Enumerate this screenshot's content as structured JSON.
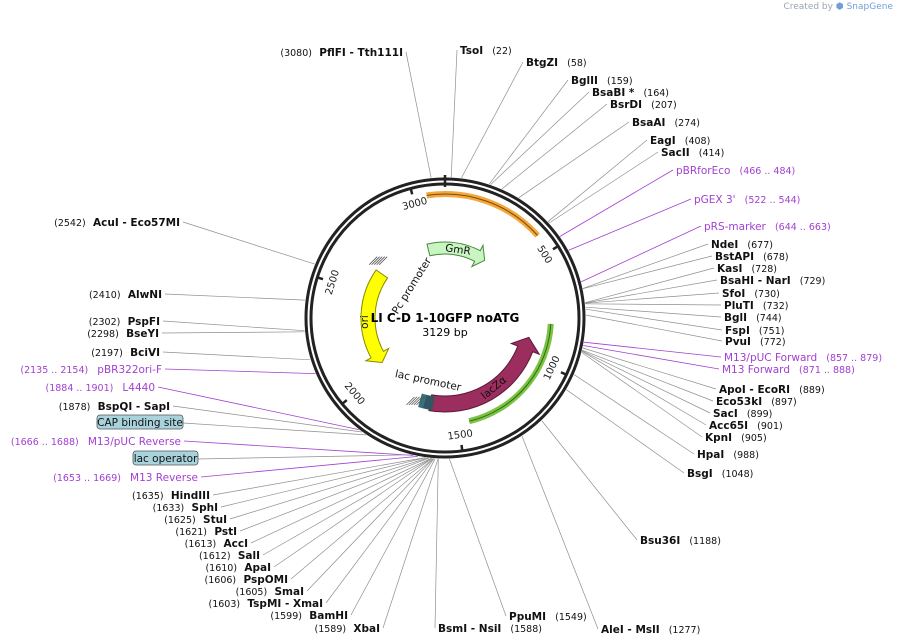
{
  "credit": {
    "prefix": "Created by",
    "brand": "SnapGene"
  },
  "plasmid": {
    "name": "LI C-D 1-10GFP noATG",
    "length_label": "3129 bp",
    "length": 3129
  },
  "ticks": [
    "500",
    "1000",
    "1500",
    "2000",
    "2500",
    "3000"
  ],
  "sites": [
    {
      "name": "PflFI",
      "name2": "Tth111I",
      "pos": "(3080)",
      "bp": 3080,
      "side": "L"
    },
    {
      "name": "TsoI",
      "pos": "(22)",
      "bp": 22,
      "side": "R"
    },
    {
      "name": "BtgZI",
      "pos": "(58)",
      "bp": 58,
      "side": "R"
    },
    {
      "name": "BglII",
      "pos": "(159)",
      "bp": 159,
      "side": "R"
    },
    {
      "name": "BsaBI *",
      "pos": "(164)",
      "bp": 164,
      "side": "R"
    },
    {
      "name": "BsrDI",
      "pos": "(207)",
      "bp": 207,
      "side": "R"
    },
    {
      "name": "BsaAI",
      "pos": "(274)",
      "bp": 274,
      "side": "R"
    },
    {
      "name": "EagI",
      "pos": "(408)",
      "bp": 408,
      "side": "R"
    },
    {
      "name": "SacII",
      "pos": "(414)",
      "bp": 414,
      "side": "R"
    },
    {
      "name": "NdeI",
      "pos": "(677)",
      "bp": 677,
      "side": "R"
    },
    {
      "name": "BstAPI",
      "pos": "(678)",
      "bp": 678,
      "side": "R"
    },
    {
      "name": "KasI",
      "pos": "(728)",
      "bp": 728,
      "side": "R"
    },
    {
      "name": "BsaHI",
      "name2": "NarI",
      "pos": "(729)",
      "bp": 729,
      "side": "R"
    },
    {
      "name": "SfoI",
      "pos": "(730)",
      "bp": 730,
      "side": "R"
    },
    {
      "name": "PluTI",
      "pos": "(732)",
      "bp": 732,
      "side": "R"
    },
    {
      "name": "BglI",
      "pos": "(744)",
      "bp": 744,
      "side": "R"
    },
    {
      "name": "FspI",
      "pos": "(751)",
      "bp": 751,
      "side": "R"
    },
    {
      "name": "PvuI",
      "pos": "(772)",
      "bp": 772,
      "side": "R"
    },
    {
      "name": "ApoI",
      "name2": "EcoRI",
      "pos": "(889)",
      "bp": 889,
      "side": "R"
    },
    {
      "name": "Eco53kI",
      "pos": "(897)",
      "bp": 897,
      "side": "R"
    },
    {
      "name": "SacI",
      "pos": "(899)",
      "bp": 899,
      "side": "R"
    },
    {
      "name": "Acc65I",
      "pos": "(901)",
      "bp": 901,
      "side": "R"
    },
    {
      "name": "KpnI",
      "pos": "(905)",
      "bp": 905,
      "side": "R"
    },
    {
      "name": "HpaI",
      "pos": "(988)",
      "bp": 988,
      "side": "R"
    },
    {
      "name": "BsgI",
      "pos": "(1048)",
      "bp": 1048,
      "side": "R"
    },
    {
      "name": "Bsu36I",
      "pos": "(1188)",
      "bp": 1188,
      "side": "R"
    },
    {
      "name": "AleI",
      "name2": "MslI",
      "pos": "(1277)",
      "bp": 1277,
      "side": "R"
    },
    {
      "name": "PpuMI",
      "pos": "(1549)",
      "bp": 1549,
      "side": "R"
    },
    {
      "name": "BsmI",
      "name2": "NsiI",
      "pos": "(1588)",
      "bp": 1588,
      "side": "R"
    },
    {
      "name": "XbaI",
      "pos": "(1589)",
      "bp": 1589,
      "side": "L"
    },
    {
      "name": "BamHI",
      "pos": "(1599)",
      "bp": 1599,
      "side": "L"
    },
    {
      "name": "TspMI",
      "name2": "XmaI",
      "pos": "(1603)",
      "bp": 1603,
      "side": "L"
    },
    {
      "name": "SmaI",
      "pos": "(1605)",
      "bp": 1605,
      "side": "L"
    },
    {
      "name": "PspOMI",
      "pos": "(1606)",
      "bp": 1606,
      "side": "L"
    },
    {
      "name": "ApaI",
      "pos": "(1610)",
      "bp": 1610,
      "side": "L"
    },
    {
      "name": "SalI",
      "pos": "(1612)",
      "bp": 1612,
      "side": "L"
    },
    {
      "name": "AccI",
      "pos": "(1613)",
      "bp": 1613,
      "side": "L"
    },
    {
      "name": "PstI",
      "pos": "(1621)",
      "bp": 1621,
      "side": "L"
    },
    {
      "name": "StuI",
      "pos": "(1625)",
      "bp": 1625,
      "side": "L"
    },
    {
      "name": "SphI",
      "pos": "(1633)",
      "bp": 1633,
      "side": "L"
    },
    {
      "name": "HindIII",
      "pos": "(1635)",
      "bp": 1635,
      "side": "L"
    },
    {
      "name": "BspQI",
      "name2": "SapI",
      "pos": "(1878)",
      "bp": 1878,
      "side": "L"
    },
    {
      "name": "BciVI",
      "pos": "(2197)",
      "bp": 2197,
      "side": "L"
    },
    {
      "name": "BseYI",
      "pos": "(2298)",
      "bp": 2298,
      "side": "L"
    },
    {
      "name": "PspFI",
      "pos": "(2302)",
      "bp": 2302,
      "side": "L"
    },
    {
      "name": "AlwNI",
      "pos": "(2410)",
      "bp": 2410,
      "side": "L"
    },
    {
      "name": "AcuI",
      "name2": "Eco57MI",
      "pos": "(2542)",
      "bp": 2542,
      "side": "L"
    }
  ],
  "primers": [
    {
      "name": "pBRforEco",
      "pos": "(466 .. 484)",
      "bp": 475,
      "side": "R"
    },
    {
      "name": "pGEX 3'",
      "pos": "(522 .. 544)",
      "bp": 533,
      "side": "R"
    },
    {
      "name": "pRS-marker",
      "pos": "(644 .. 663)",
      "bp": 653,
      "side": "R"
    },
    {
      "name": "M13/pUC Forward",
      "pos": "(857 .. 879)",
      "bp": 868,
      "side": "R"
    },
    {
      "name": "M13 Forward",
      "pos": "(871 .. 888)",
      "bp": 880,
      "side": "R"
    },
    {
      "name": "pBR322ori-F",
      "pos": "(2135 .. 2154)",
      "bp": 2145,
      "side": "L"
    },
    {
      "name": "L4440",
      "pos": "(1884 .. 1901)",
      "bp": 1892,
      "side": "L"
    },
    {
      "name": "M13/pUC Reverse",
      "pos": "(1666 .. 1688)",
      "bp": 1677,
      "side": "L"
    },
    {
      "name": "M13 Reverse",
      "pos": "(1653 .. 1669)",
      "bp": 1661,
      "side": "L"
    }
  ],
  "boxed": [
    {
      "name": "CAP binding site",
      "bp": 1860
    },
    {
      "name": "lac operator",
      "bp": 1686
    }
  ],
  "features": {
    "gmr": "GmR",
    "ori": "ori",
    "lacz": "lacZα",
    "pc_promoter": "Pc promoter",
    "lac_promoter": "lac promoter"
  },
  "colors": {
    "backbone": "#222222",
    "gmr": "#c8f5c2",
    "ori": "#ffff00",
    "lacz": "#9b2d5f",
    "orange_band": "#f4a73a",
    "green_band": "#7cc243",
    "primer": "#a23fd1",
    "boxed_bg": "#a8d3dc"
  }
}
